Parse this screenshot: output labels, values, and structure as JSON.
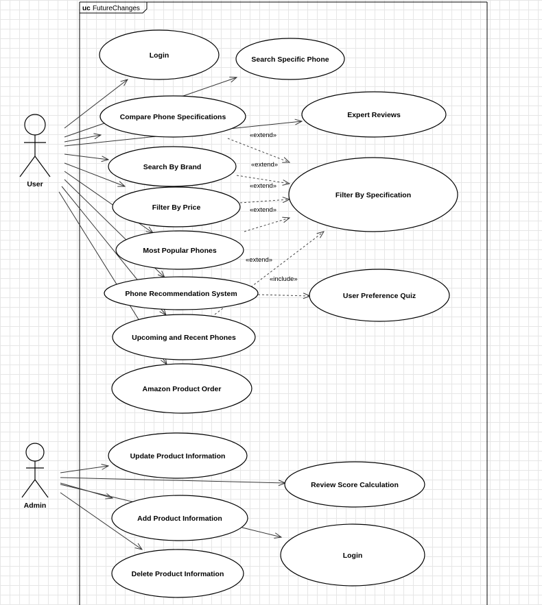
{
  "diagram": {
    "frame": {
      "keyword": "uc",
      "name": "FutureChanges"
    },
    "actors": {
      "user": "User",
      "admin": "Admin"
    },
    "use_cases": {
      "login_user": "Login",
      "search_specific_phone": "Search Specific Phone",
      "compare_phone_specs": "Compare Phone Specifications",
      "expert_reviews": "Expert Reviews",
      "search_by_brand": "Search By Brand",
      "filter_by_specification": "Filter By Specification",
      "filter_by_price": "Filter By Price",
      "most_popular_phones": "Most Popular Phones",
      "phone_recommendation_system": "Phone Recommendation System",
      "user_preference_quiz": "User Preference Quiz",
      "upcoming_recent_phones": "Upcoming and Recent Phones",
      "amazon_product_order": "Amazon Product Order",
      "update_product_info": "Update Product Information",
      "review_score_calculation": "Review Score Calculation",
      "add_product_info": "Add Product Information",
      "login_admin": "Login",
      "delete_product_info": "Delete Product Information"
    },
    "stereotypes": {
      "extend_1": "«extend»",
      "extend_2": "«extend»",
      "extend_3": "«extend»",
      "extend_4": "«extend»",
      "extend_5": "«extend»",
      "include_1": "«include»"
    }
  }
}
